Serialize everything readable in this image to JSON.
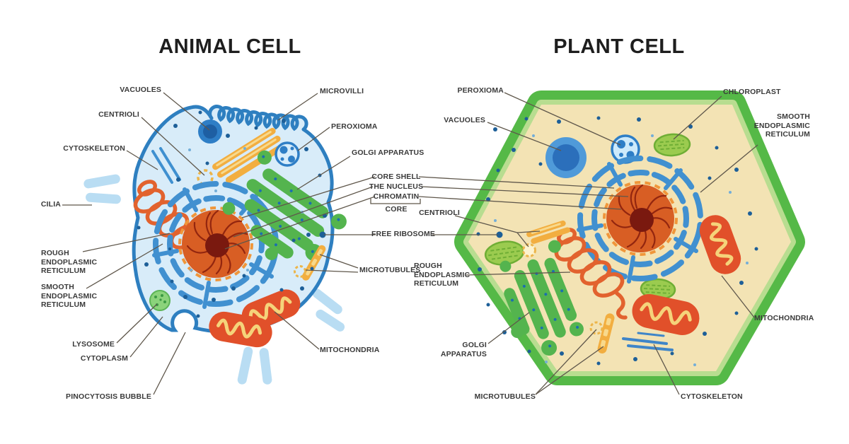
{
  "titles": {
    "animal": "ANIMAL CELL",
    "plant": "PLANT CELL"
  },
  "animal": {
    "labels": {
      "vacuoles": "VACUOLES",
      "centrioli": "CENTRIOLI",
      "cytoskeleton": "CYTOSKELETON",
      "cilia": "CILIA",
      "rough_endoplasmic_reticulum": "ROUGH\nENDOPLASMIC\nRETICULUM",
      "smooth_endoplasmic_reticulum": "SMOOTH\nENDOPLASMIC\nRETICULUM",
      "lysosome": "LYSOSOME",
      "cytoplasm": "CYTOPLASM",
      "pinocytosis_bubble": "PINOCYTOSIS BUBBLE",
      "microvilli": "MICROVILLI",
      "peroxioma": "PEROXIOMA",
      "golgi_apparatus": "GOLGI APPARATUS",
      "microtubules": "MICROTUBULES",
      "mitochondria": "MITOCHONDRIA"
    }
  },
  "center": {
    "labels": {
      "core_shell": "CORE SHELL",
      "the_nucleus": "THE NUCLEUS",
      "chromatin": "CHROMATIN",
      "core": "CORE",
      "free_ribosome": "FREE RIBOSOME"
    }
  },
  "plant": {
    "labels": {
      "peroxioma": "PEROXIOMA",
      "vacuoles": "VACUOLES",
      "chloroplast": "CHLOROPLAST",
      "smooth_endoplasmic_reticulum": "SMOOTH\nENDOPLASMIC\nRETICULUM",
      "centrioli": "CENTRIOLI",
      "rough_endoplasmic_reticulum": "ROUGH\nENDOPLASMIC\nRETICULUM",
      "golgi_apparatus": "GOLGI APPARATUS",
      "microtubules": "MICROTUBULES",
      "cytoskeleton": "CYTOSKELETON",
      "mitochondria": "MITOCHONDRIA"
    }
  },
  "colors": {
    "membrane_blue": "#2e7fc0",
    "cytoplasm_blue": "#d8ecf9",
    "cilia_blue": "#b9ddf3",
    "er_blue": "#4190d0",
    "nucleus_orange": "#d85e24",
    "nucleus_ring": "#f0963a",
    "nucleus_core": "#7a190f",
    "chromatin": "#93260f",
    "smooth_er_orange": "#e2622e",
    "golgi_green": "#54b44e",
    "lysosome_green": "#8bd37b",
    "mitochondria_orange": "#e1502a",
    "mito_squiggle": "#f5d37a",
    "microtubule_yellow": "#f2ae40",
    "ribosome_dot": "#1d5f98",
    "vacuole_blue": "#2e7ec6",
    "plant_wall_green": "#55b947",
    "plant_wall_inner": "#b8dd90",
    "plant_cytoplasm_tan": "#f3e3b4",
    "chloroplast_green": "#9bcb4f",
    "leader_line": "#5f574b"
  }
}
